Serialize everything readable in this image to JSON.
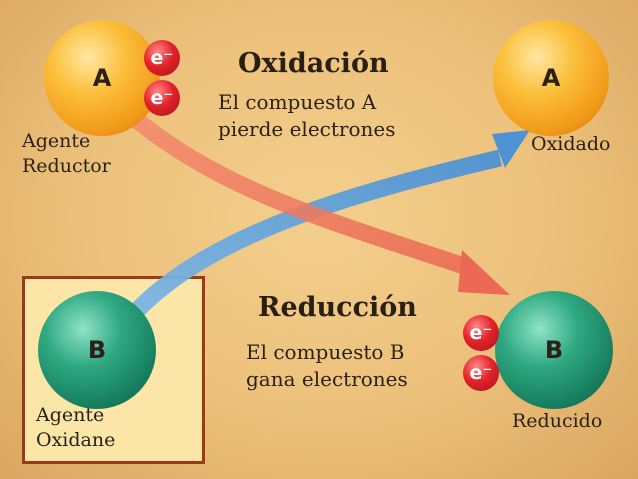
{
  "oxidation": {
    "title": "Oxidación",
    "desc_line1": "El compuesto A",
    "desc_line2": "pierde electrones"
  },
  "reduction": {
    "title": "Reducción",
    "desc_line1": "El compuesto B",
    "desc_line2": "gana electrones"
  },
  "compound_a": {
    "letter": "A",
    "left_label_line1": "Agente",
    "left_label_line2": "Reductor",
    "right_label": "Oxidado"
  },
  "compound_b": {
    "letter": "B",
    "left_label_line1": "Agente",
    "left_label_line2": "Oxidane",
    "right_label": "Reducido"
  },
  "electron_label": "e⁻",
  "colors": {
    "compound_a": "#f6a623",
    "compound_b": "#1d8a68",
    "electron": "#d81e28",
    "oxidation_arrow": "#f07a62",
    "reduction_arrow": "#6aa8dc",
    "agent_box_fill": "#fbe6a8",
    "agent_box_border": "#9a3a1a"
  }
}
